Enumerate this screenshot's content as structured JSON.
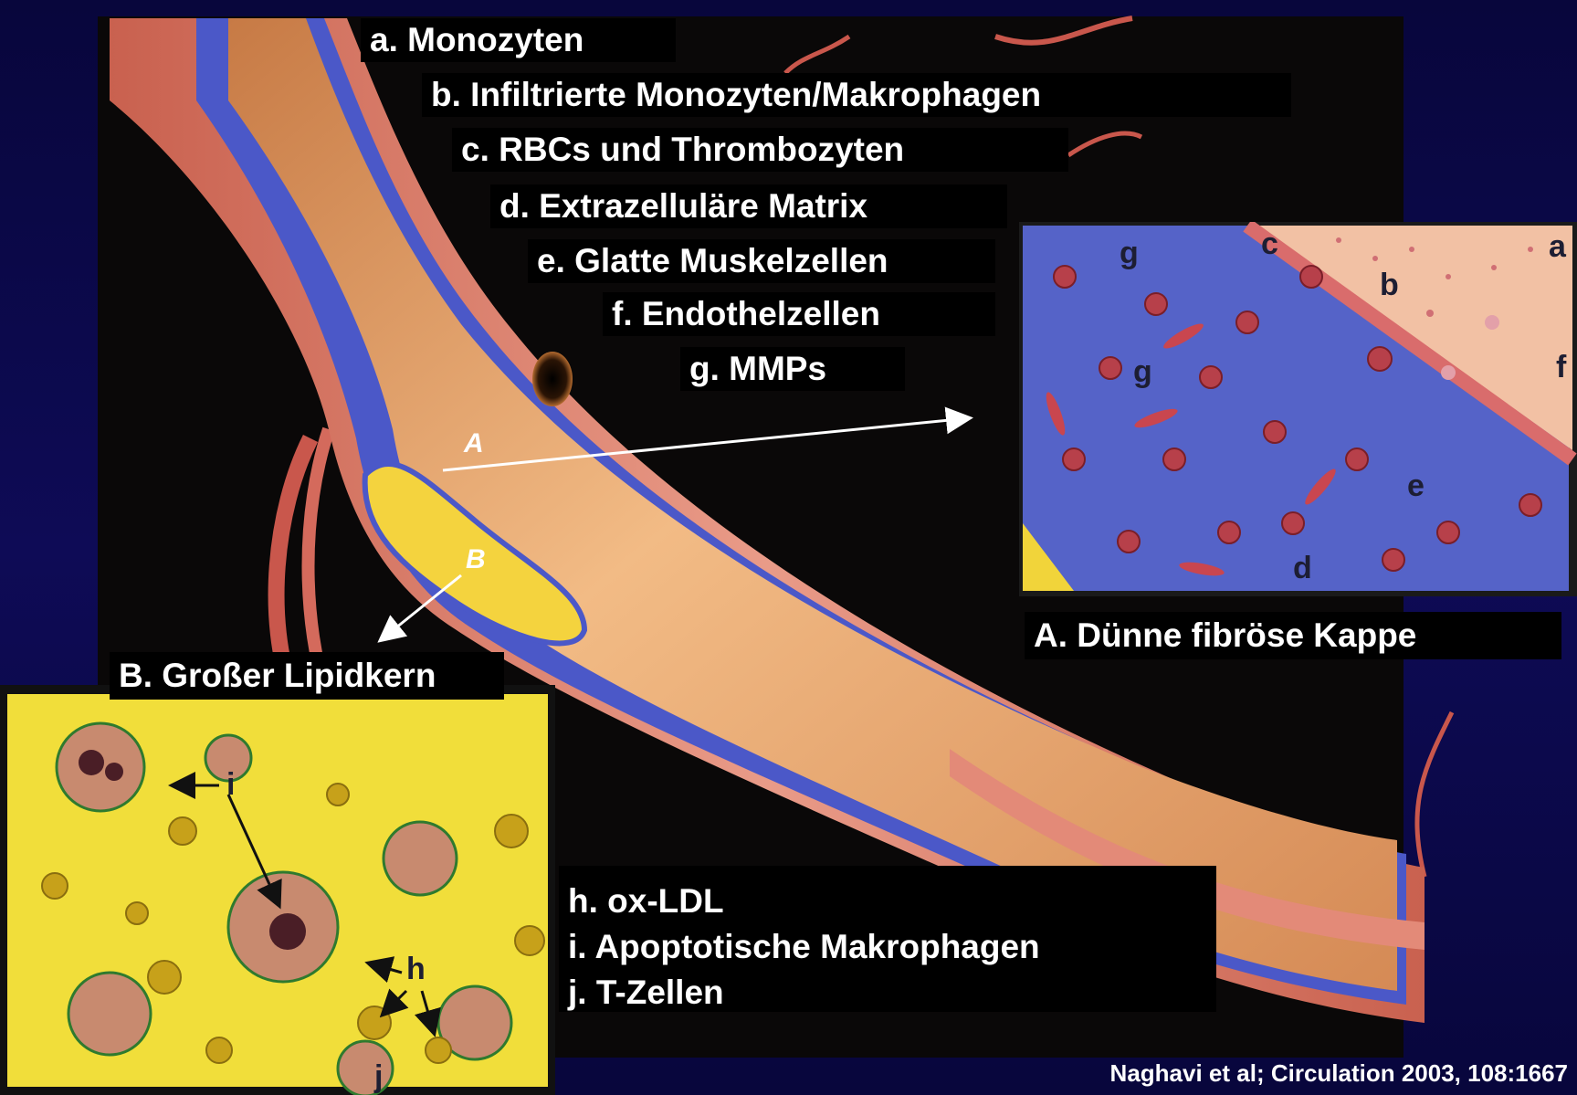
{
  "legend_top": [
    "a. Monozyten",
    "b. Infiltrierte Monozyten/Makrophagen",
    "c. RBCs und Thrombozyten",
    "d. Extrazelluläre Matrix",
    "e. Glatte Muskelzellen",
    "f. Endothelzellen",
    "g. MMPs"
  ],
  "inset_a": {
    "caption": "A. Dünne fibröse Kappe",
    "marks": [
      "a",
      "b",
      "c",
      "d",
      "e",
      "f",
      "g",
      "g"
    ]
  },
  "inset_b": {
    "caption": "B. Großer Lipidkern",
    "marks": [
      "i",
      "h",
      "j"
    ]
  },
  "legend_bottom": [
    "h. ox-LDL",
    "i. Apoptotische Makrophagen",
    "j. T-Zellen"
  ],
  "vessel_markers": [
    "A",
    "B"
  ],
  "citation": "Naghavi et al; Circulation 2003, 108:1667",
  "colors": {
    "background": "#0c0a4a",
    "vessel_wall": "#e38a78",
    "intima": "#4b58c8",
    "lumen": "#e6a56c",
    "lipid_core": "#f4d33e"
  }
}
